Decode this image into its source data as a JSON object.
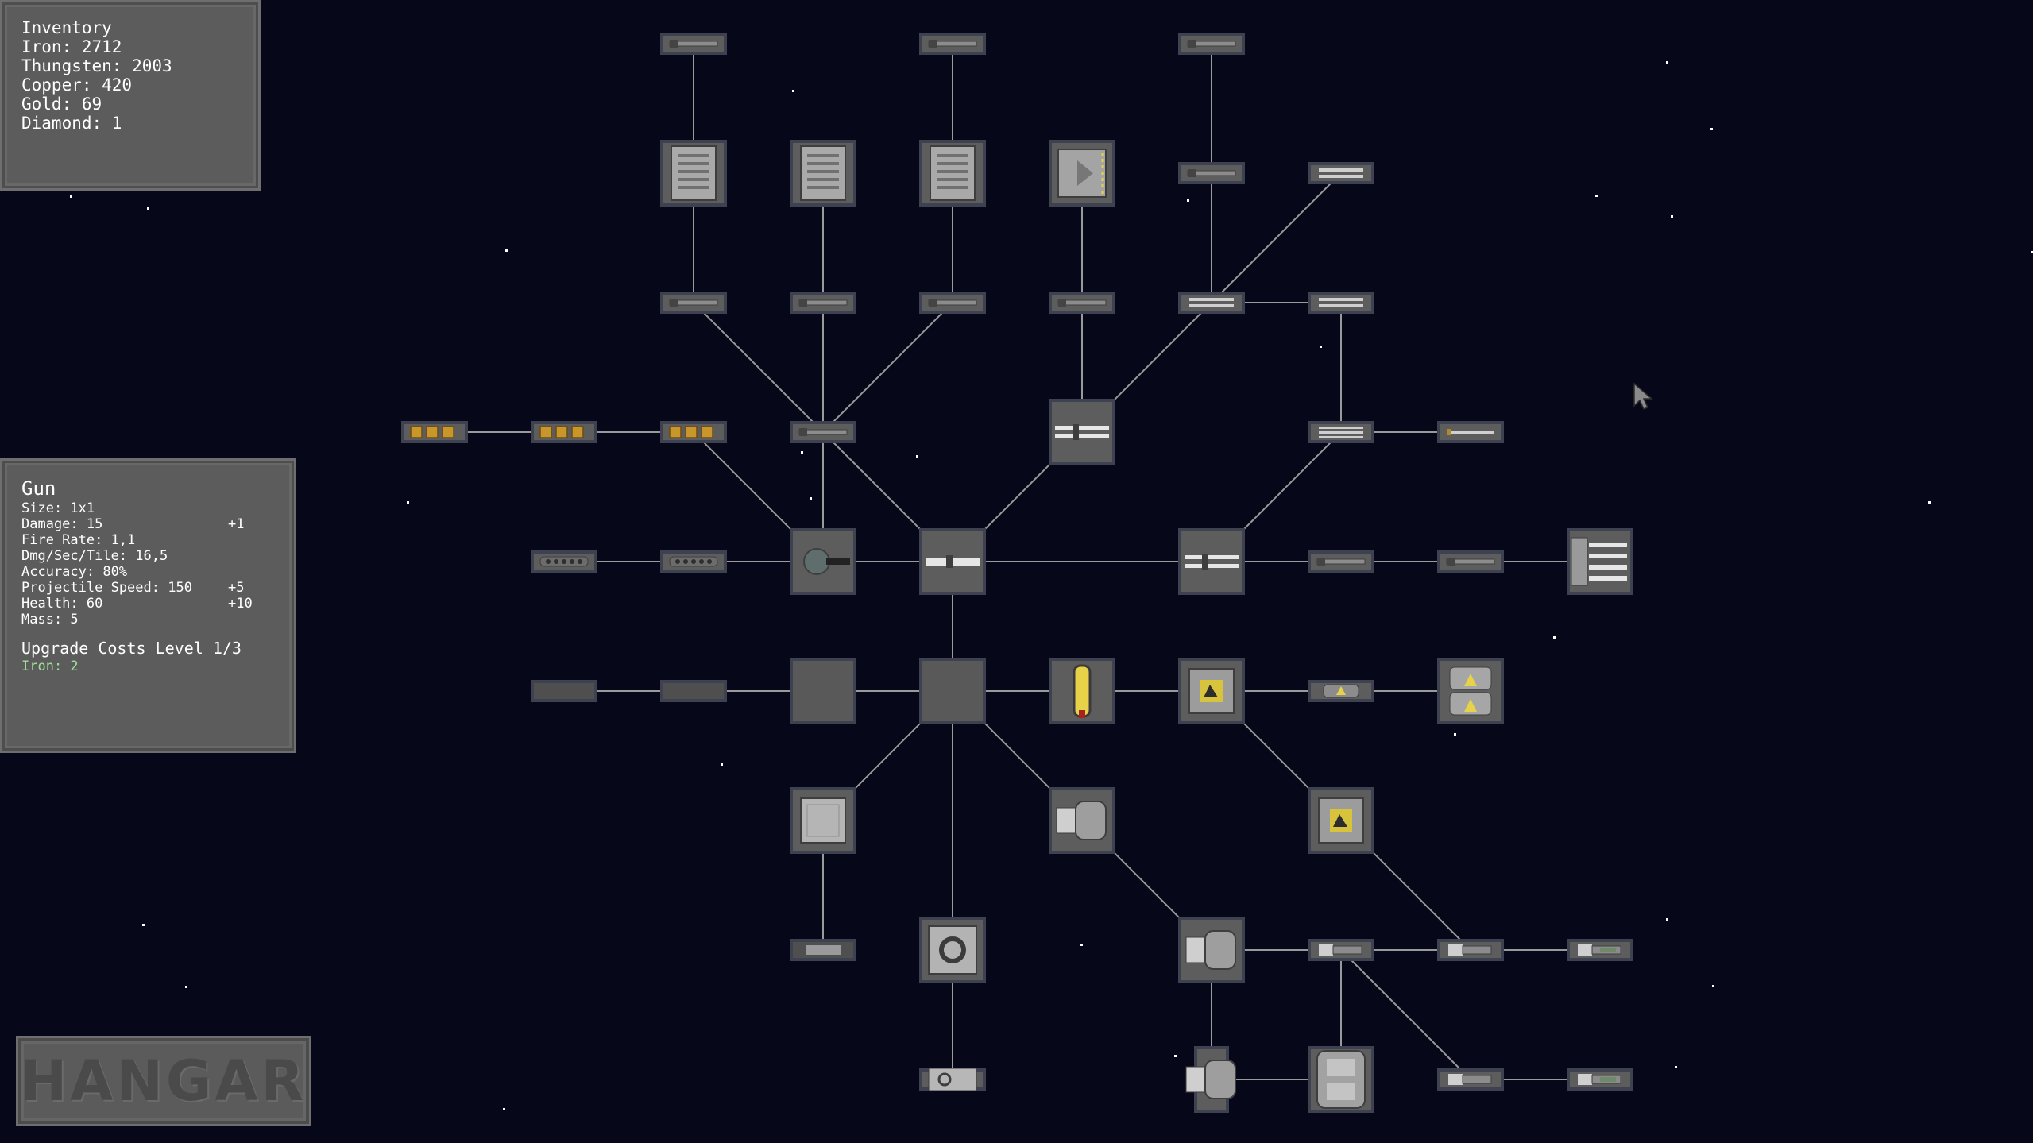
{
  "inventory": {
    "title": "Inventory",
    "items": [
      {
        "label": "Iron: 2712"
      },
      {
        "label": "Thungsten: 2003"
      },
      {
        "label": "Copper: 420"
      },
      {
        "label": "Gold: 69"
      },
      {
        "label": "Diamond: 1"
      }
    ]
  },
  "info": {
    "title": "Gun",
    "stats": [
      {
        "label": "Size: 1x1",
        "bonus": ""
      },
      {
        "label": "Damage: 15",
        "bonus": "+1"
      },
      {
        "label": "Fire Rate: 1,1",
        "bonus": ""
      },
      {
        "label": "Dmg/Sec/Tile: 16,5",
        "bonus": ""
      },
      {
        "label": "Accuracy: 80%",
        "bonus": ""
      },
      {
        "label": "Projectile Speed: 150",
        "bonus": "+5"
      },
      {
        "label": "Health: 60",
        "bonus": "+10"
      },
      {
        "label": "Mass: 5",
        "bonus": ""
      }
    ],
    "upgrade_label": "Upgrade Costs Level 1/3",
    "cost": "Iron: 2"
  },
  "hangar_button": {
    "label": "HANGAR"
  },
  "colors": {
    "background": "#060719",
    "panel": "#5c5c5c",
    "node": "#5d5d5d",
    "line": "#9a9a9a",
    "cost_text": "#9fe29a",
    "gold": "#c8962a",
    "yellow_sign": "#e8d24a"
  },
  "tree": {
    "nodes": [
      {
        "id": "a1",
        "kind": "small",
        "icon": "gun-barrel-icon"
      },
      {
        "id": "a2",
        "kind": "small",
        "icon": "gun-barrel-icon"
      },
      {
        "id": "a3",
        "kind": "small",
        "icon": "gun-barrel-icon"
      },
      {
        "id": "a4",
        "kind": "small",
        "icon": "gun-barrel-icon"
      },
      {
        "id": "b1",
        "kind": "large",
        "icon": "magazine-icon"
      },
      {
        "id": "b2",
        "kind": "large",
        "icon": "magazine-icon"
      },
      {
        "id": "b3",
        "kind": "large",
        "icon": "magazine-icon"
      },
      {
        "id": "b4",
        "kind": "large",
        "icon": "missile-pod-icon"
      },
      {
        "id": "b5",
        "kind": "small",
        "icon": "gun-barrel-icon"
      },
      {
        "id": "b6",
        "kind": "small",
        "icon": "double-barrel-icon"
      },
      {
        "id": "c1",
        "kind": "small",
        "icon": "gun-barrel-icon"
      },
      {
        "id": "c2",
        "kind": "small",
        "icon": "gun-barrel-icon"
      },
      {
        "id": "c3",
        "kind": "small",
        "icon": "gun-barrel-icon"
      },
      {
        "id": "c4",
        "kind": "small",
        "icon": "gun-barrel-icon"
      },
      {
        "id": "c5",
        "kind": "small",
        "icon": "double-barrel-icon"
      },
      {
        "id": "c6",
        "kind": "small",
        "icon": "double-barrel-icon"
      },
      {
        "id": "d1",
        "kind": "small-gold",
        "icon": "gold-gun-icon"
      },
      {
        "id": "d2",
        "kind": "small-gold",
        "icon": "gold-gun-icon"
      },
      {
        "id": "d3",
        "kind": "small-gold",
        "icon": "gold-gun-icon"
      },
      {
        "id": "d4",
        "kind": "small",
        "icon": "gun-barrel-icon"
      },
      {
        "id": "d5",
        "kind": "large",
        "icon": "double-barrel-icon"
      },
      {
        "id": "d6",
        "kind": "small",
        "icon": "triple-barrel-icon"
      },
      {
        "id": "d7",
        "kind": "small",
        "icon": "laser-icon"
      },
      {
        "id": "e1",
        "kind": "small",
        "icon": "chain-gun-icon"
      },
      {
        "id": "e2",
        "kind": "small",
        "icon": "chain-gun-icon"
      },
      {
        "id": "e3",
        "kind": "large",
        "icon": "gun-turret-icon"
      },
      {
        "id": "e4",
        "kind": "large",
        "icon": "gun-icon"
      },
      {
        "id": "e5",
        "kind": "large",
        "icon": "double-barrel-icon"
      },
      {
        "id": "e6",
        "kind": "small",
        "icon": "gun-barrel-icon"
      },
      {
        "id": "e7",
        "kind": "small",
        "icon": "gun-barrel-icon"
      },
      {
        "id": "e8",
        "kind": "large",
        "icon": "multi-barrel-icon"
      },
      {
        "id": "f1",
        "kind": "small",
        "icon": "hull-plate-icon"
      },
      {
        "id": "f2",
        "kind": "small",
        "icon": "hull-plate-icon"
      },
      {
        "id": "f3",
        "kind": "large",
        "icon": "hull-block-icon"
      },
      {
        "id": "f4",
        "kind": "large",
        "icon": "hull-block-icon"
      },
      {
        "id": "f5",
        "kind": "large",
        "icon": "fuel-cell-icon"
      },
      {
        "id": "f6",
        "kind": "large",
        "icon": "warning-box-icon"
      },
      {
        "id": "f7",
        "kind": "small",
        "icon": "warning-cell-icon"
      },
      {
        "id": "f8",
        "kind": "large",
        "icon": "warning-cluster-icon"
      },
      {
        "id": "g1",
        "kind": "large",
        "icon": "armor-plate-icon"
      },
      {
        "id": "g2",
        "kind": "large",
        "icon": "thruster-icon"
      },
      {
        "id": "g3",
        "kind": "large",
        "icon": "warning-box-icon"
      },
      {
        "id": "h1",
        "kind": "small",
        "icon": "plate-icon"
      },
      {
        "id": "h2",
        "kind": "large",
        "icon": "reactor-icon"
      },
      {
        "id": "h3",
        "kind": "large",
        "icon": "thruster-icon"
      },
      {
        "id": "h4",
        "kind": "small",
        "icon": "thruster-icon"
      },
      {
        "id": "h5",
        "kind": "small",
        "icon": "thruster-icon"
      },
      {
        "id": "h6",
        "kind": "small",
        "icon": "engine-icon"
      },
      {
        "id": "i1",
        "kind": "small",
        "icon": "camera-icon"
      },
      {
        "id": "i2",
        "kind": "tall",
        "icon": "thruster-icon"
      },
      {
        "id": "i3",
        "kind": "large",
        "icon": "big-thruster-icon"
      },
      {
        "id": "i4",
        "kind": "small",
        "icon": "thruster-icon"
      },
      {
        "id": "i5",
        "kind": "small",
        "icon": "engine-icon"
      }
    ]
  }
}
